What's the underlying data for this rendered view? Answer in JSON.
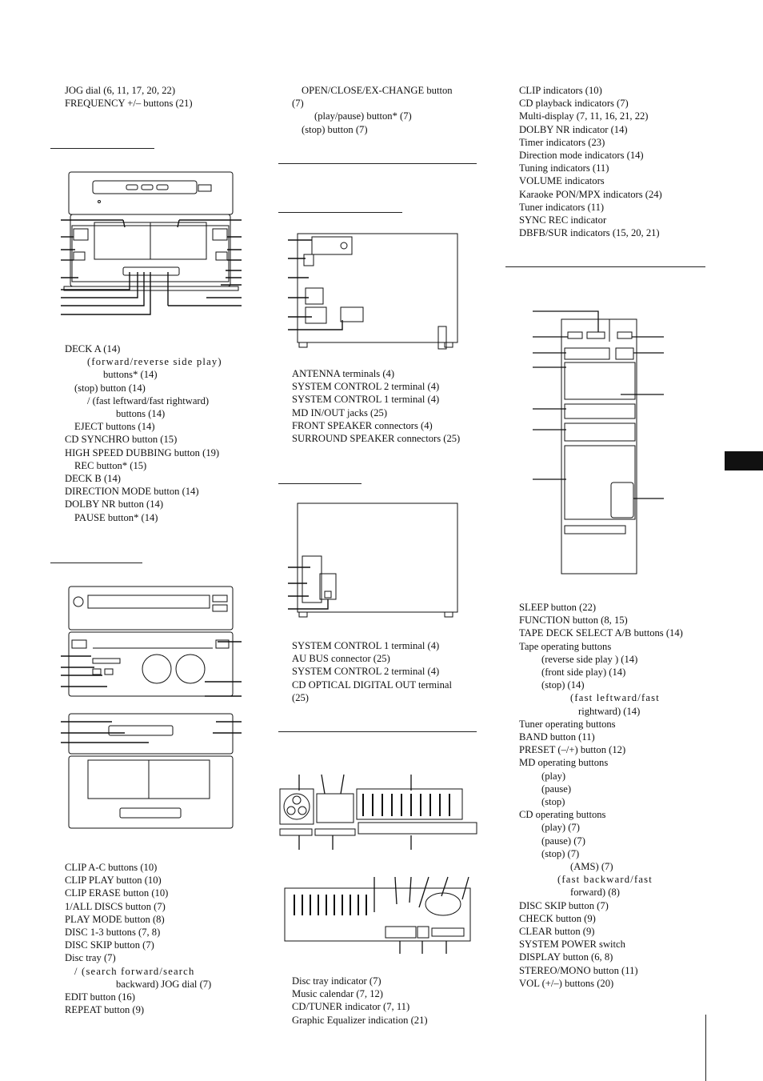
{
  "col1": {
    "top": [
      "JOG dial (6, 11, 17, 20, 22)",
      "FREQUENCY +/– buttons (21)"
    ],
    "deck": [
      {
        "t": "DECK A (14)",
        "c": ""
      },
      {
        "t": "(forward/reverse side play)",
        "c": "ind2 sp"
      },
      {
        "t": "buttons* (14)",
        "c": "ind3"
      },
      {
        "t": "(stop) button (14)",
        "c": "ind1"
      },
      {
        "t": "/        (fast leftward/fast rightward)",
        "c": "ind2"
      },
      {
        "t": "buttons (14)",
        "c": "ind4"
      },
      {
        "t": "EJECT buttons (14)",
        "c": "ind1"
      },
      {
        "t": "CD SYNCHRO button (15)",
        "c": ""
      },
      {
        "t": "HIGH SPEED DUBBING button (19)",
        "c": ""
      },
      {
        "t": "REC button* (15)",
        "c": "ind1"
      },
      {
        "t": "DECK B (14)",
        "c": ""
      },
      {
        "t": "DIRECTION MODE button (14)",
        "c": ""
      },
      {
        "t": "DOLBY NR button (14)",
        "c": ""
      },
      {
        "t": "PAUSE  button* (14)",
        "c": "ind1"
      }
    ],
    "cd": [
      {
        "t": "CLIP A-C buttons (10)",
        "c": ""
      },
      {
        "t": "CLIP PLAY button (10)",
        "c": ""
      },
      {
        "t": "CLIP ERASE button (10)",
        "c": ""
      },
      {
        "t": "1/ALL DISCS button (7)",
        "c": ""
      },
      {
        "t": "PLAY MODE button (8)",
        "c": ""
      },
      {
        "t": "DISC 1-3 buttons (7, 8)",
        "c": ""
      },
      {
        "t": "DISC SKIP button (7)",
        "c": ""
      },
      {
        "t": "Disc tray (7)",
        "c": ""
      },
      {
        "t": "/    (search forward/search",
        "c": "ind1 sp"
      },
      {
        "t": "backward) JOG dial (7)",
        "c": "ind4"
      },
      {
        "t": "EDIT button (16)",
        "c": ""
      },
      {
        "t": "REPEAT button (9)",
        "c": ""
      }
    ]
  },
  "col2": {
    "top": [
      {
        "t": "OPEN/CLOSE/EX-CHANGE button",
        "c": "ind1"
      },
      {
        "t": "(7)",
        "c": ""
      },
      {
        "t": "(play/pause) button*  (7)",
        "c": "ind2"
      },
      {
        "t": "(stop) button (7)",
        "c": "ind1"
      }
    ],
    "rear1": [
      "ANTENNA terminals (4)",
      "SYSTEM CONTROL 2 terminal (4)",
      "SYSTEM CONTROL 1 terminal (4)",
      "MD IN/OUT jacks (25)",
      "FRONT SPEAKER connectors (4)",
      "SURROUND SPEAKER connectors (25)"
    ],
    "rear2": [
      {
        "t": "SYSTEM CONTROL 1 terminal (4)",
        "c": ""
      },
      {
        "t": "AU BUS connector (25)",
        "c": ""
      },
      {
        "t": "SYSTEM CONTROL 2 terminal (4)",
        "c": ""
      },
      {
        "t": "CD OPTICAL DIGITAL OUT terminal",
        "c": ""
      },
      {
        "t": "(25)",
        "c": ""
      }
    ],
    "display": [
      "Disc tray indicator (7)",
      "Music calendar (7, 12)",
      "CD/TUNER indicator (7, 11)",
      "Graphic Equalizer indication (21)"
    ]
  },
  "col3": {
    "top": [
      "CLIP indicators (10)",
      "CD playback indicators (7)",
      "Multi-display (7, 11, 16, 21, 22)",
      "DOLBY NR indicator (14)",
      "Timer indicators (23)",
      "Direction mode indicators (14)",
      "Tuning indicators (11)",
      "VOLUME indicators",
      "Karaoke PON/MPX indicators (24)",
      "Tuner indicators (11)",
      "SYNC REC indicator",
      "DBFB/SUR indicators (15, 20, 21)"
    ],
    "remote": [
      {
        "t": "SLEEP button (22)",
        "c": ""
      },
      {
        "t": "FUNCTION button (8, 15)",
        "c": ""
      },
      {
        "t": "TAPE DECK SELECT A/B buttons (14)",
        "c": ""
      },
      {
        "t": "Tape operating buttons",
        "c": ""
      },
      {
        "t": "(reverse side play ) (14)",
        "c": "ind2"
      },
      {
        "t": "(front side play) (14)",
        "c": "ind2"
      },
      {
        "t": "(stop) (14)",
        "c": "ind2"
      },
      {
        "t": "(fast leftward/fast",
        "c": "ind4 sp"
      },
      {
        "t": "rightward) (14)",
        "c": "ind4",
        "extra": 10
      },
      {
        "t": "Tuner operating buttons",
        "c": ""
      },
      {
        "t": "BAND button (11)",
        "c": ""
      },
      {
        "t": "PRESET (–/+) button (12)",
        "c": ""
      },
      {
        "t": "MD operating buttons",
        "c": ""
      },
      {
        "t": "(play)",
        "c": "ind2"
      },
      {
        "t": "(pause)",
        "c": "ind2"
      },
      {
        "t": "(stop)",
        "c": "ind2"
      },
      {
        "t": "CD operating buttons",
        "c": ""
      },
      {
        "t": "(play) (7)",
        "c": "ind2"
      },
      {
        "t": "(pause) (7)",
        "c": "ind2"
      },
      {
        "t": "(stop) (7)",
        "c": "ind2"
      },
      {
        "t": "(AMS) (7)",
        "c": "ind4"
      },
      {
        "t": "(fast backward/fast",
        "c": "ind3 sp"
      },
      {
        "t": "forward)  (8)",
        "c": "ind4"
      },
      {
        "t": "DISC SKIP button (7)",
        "c": ""
      },
      {
        "t": "CHECK button (9)",
        "c": ""
      },
      {
        "t": "CLEAR button (9)",
        "c": ""
      },
      {
        "t": "SYSTEM POWER switch",
        "c": ""
      },
      {
        "t": "DISPLAY button (6, 8)",
        "c": ""
      },
      {
        "t": "STEREO/MONO button (11)",
        "c": ""
      },
      {
        "t": "VOL (+/–) buttons (20)",
        "c": ""
      }
    ]
  }
}
